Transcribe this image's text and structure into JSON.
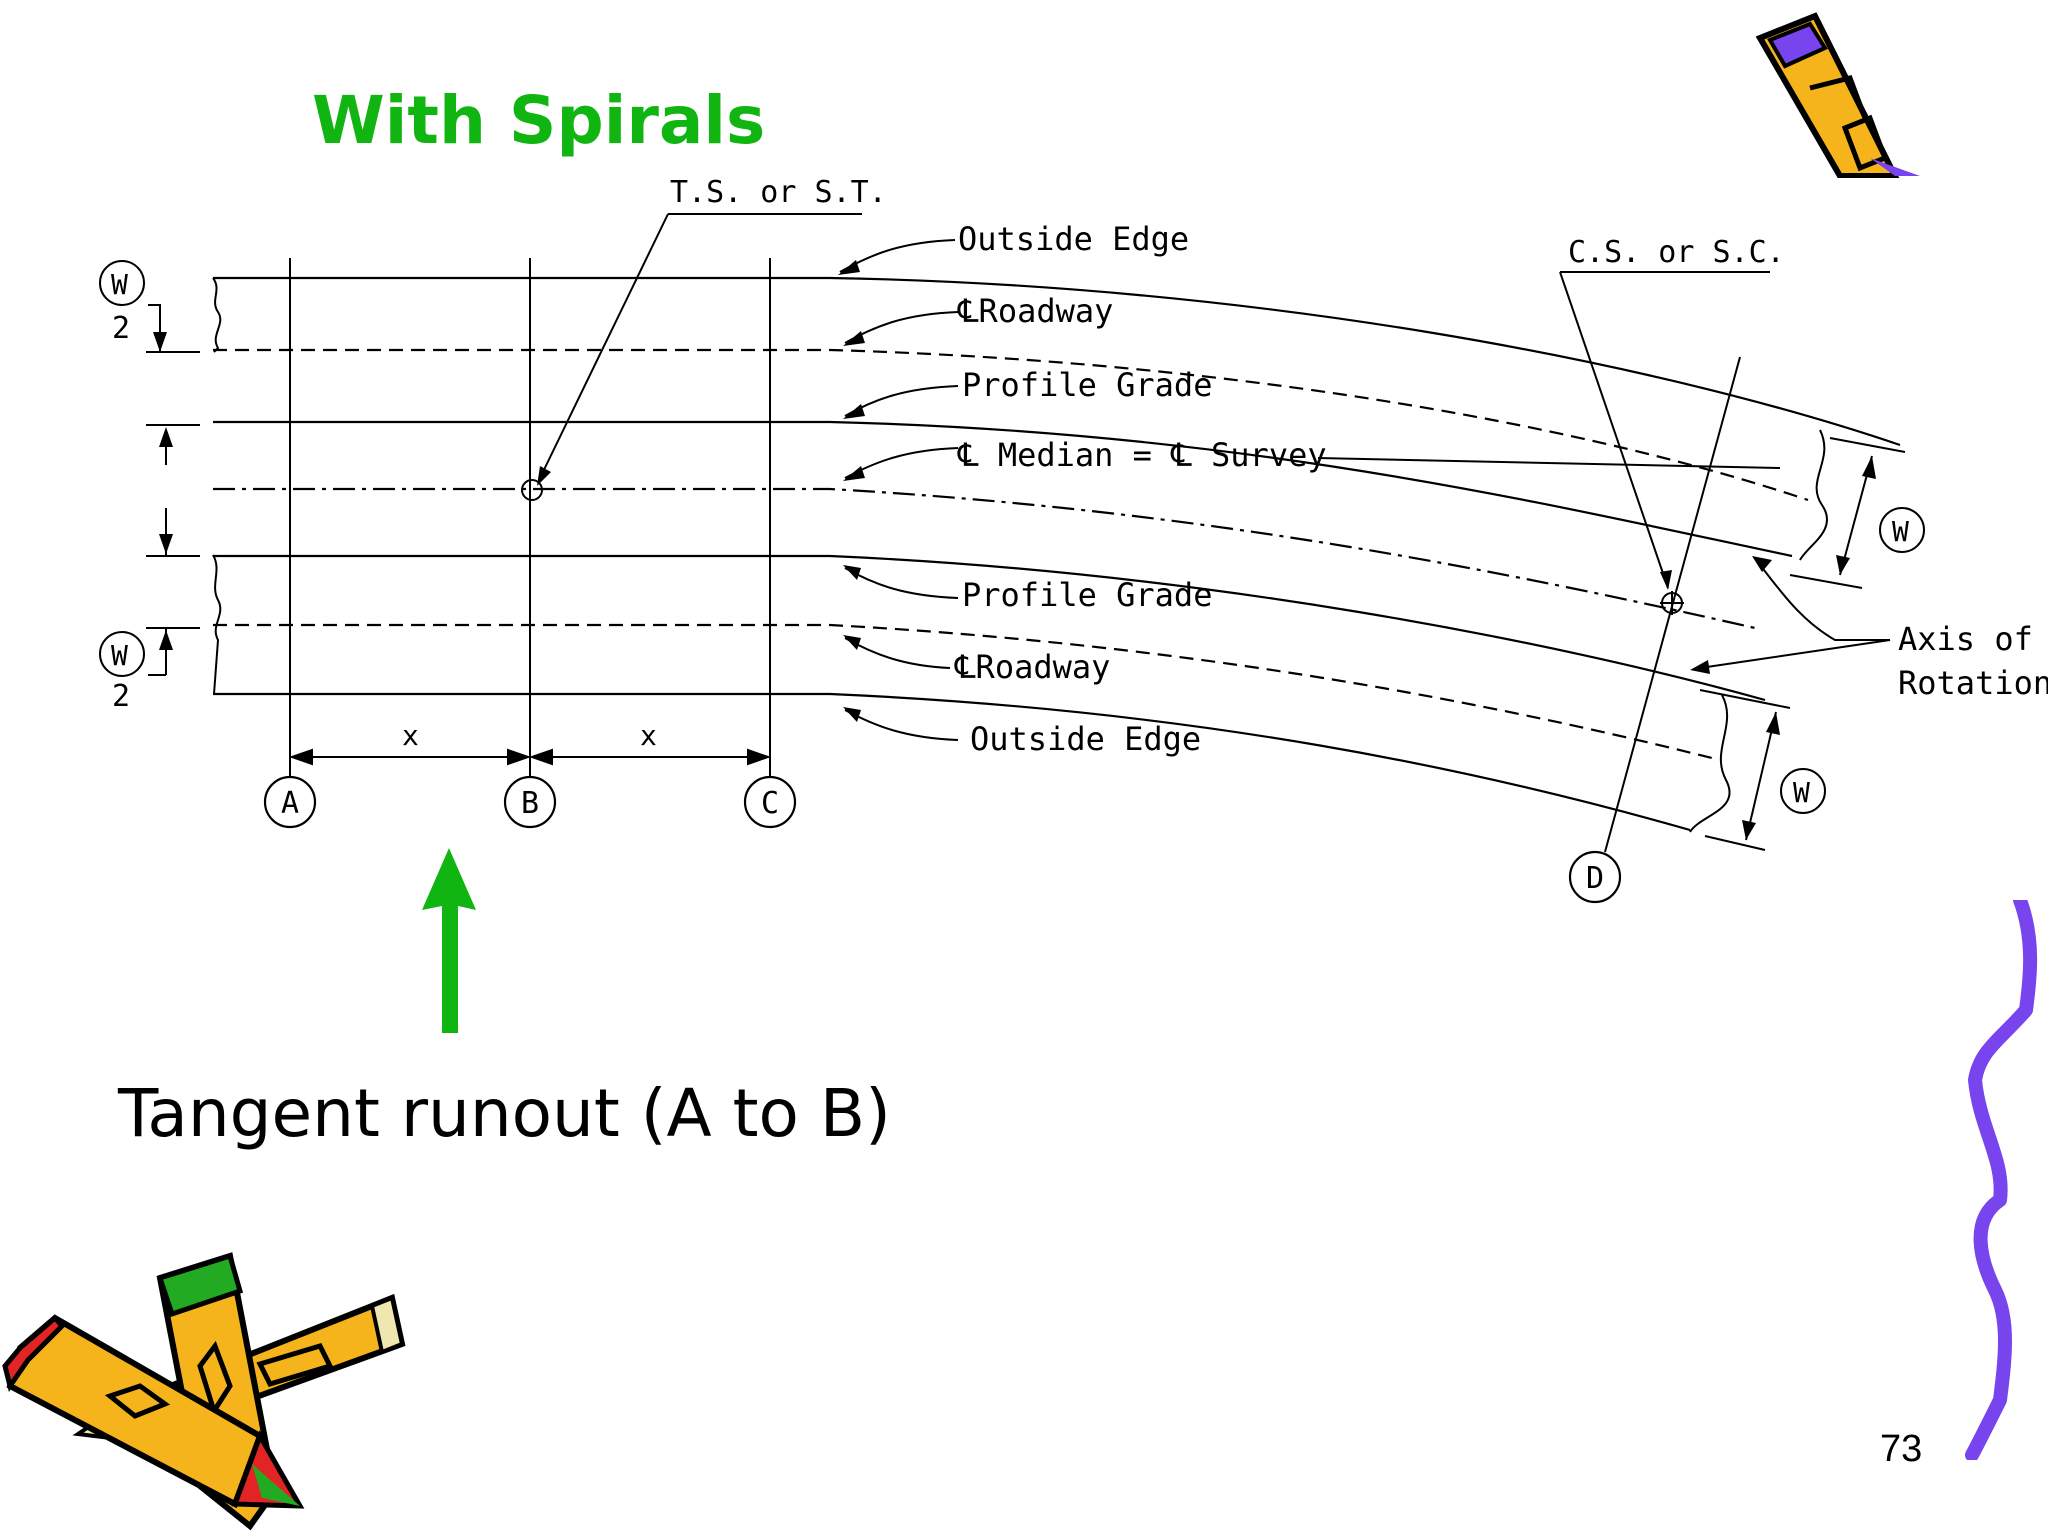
{
  "slide": {
    "title": "With Spirals",
    "caption": "Tangent runout (A to B)",
    "page_number": "73"
  },
  "diagram": {
    "labels": {
      "ts_st": "T.S. or S.T.",
      "cs_sc": "C.S. or S.C.",
      "outside_edge_top": "Outside Edge",
      "cl_roadway_top": "℄Roadway",
      "profile_grade_top": "Profile Grade",
      "cl_median_survey": "℄ Median = ℄ Survey",
      "profile_grade_bottom": "Profile Grade",
      "cl_roadway_bottom": "℄Roadway",
      "outside_edge_bottom": "Outside Edge",
      "axis_of_rotation_1": "Axis of",
      "axis_of_rotation_2": "Rotation",
      "dim_x_1": "x",
      "dim_x_2": "x",
      "w_top": "W",
      "two_top": "2",
      "w_bottom": "W",
      "two_bottom": "2",
      "w_right_1": "W",
      "w_right_2": "W",
      "station_a": "A",
      "station_b": "B",
      "station_c": "C",
      "station_d": "D"
    }
  },
  "colors": {
    "title_green": "#11b511",
    "arrow_green": "#11b511",
    "squiggle_purple": "#7744ee",
    "pencil_yellow": "#f5b31c",
    "pencil_red": "#e22424",
    "pencil_green": "#22aa22"
  },
  "icons": [
    "pencil-icon-top-right",
    "crossed-pencils-icon",
    "squiggle-decoration",
    "up-arrow-icon"
  ]
}
